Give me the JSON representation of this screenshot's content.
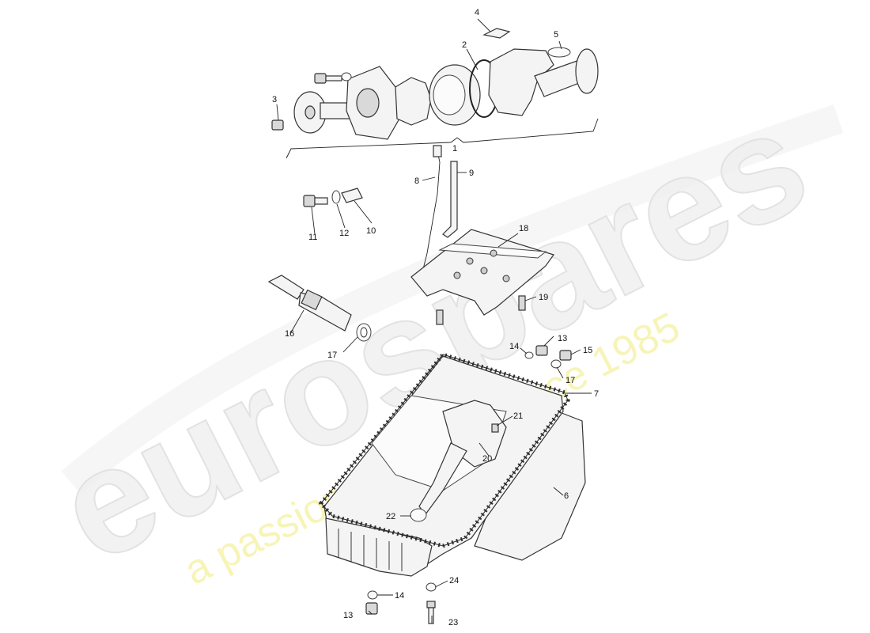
{
  "watermark": {
    "brand": "eurospares",
    "tagline": "a passion for parts since 1985"
  },
  "callouts": {
    "c1": "1",
    "c2": "2",
    "c3": "3",
    "c4": "4",
    "c5": "5",
    "c6": "6",
    "c7": "7",
    "c8": "8",
    "c9": "9",
    "c10": "10",
    "c11": "11",
    "c12": "12",
    "c13a": "13",
    "c13b": "13",
    "c14a": "14",
    "c14b": "14",
    "c15": "15",
    "c16": "16",
    "c17a": "17",
    "c17b": "17",
    "c18": "18",
    "c19": "19",
    "c20": "20",
    "c21": "21",
    "c22": "22",
    "c23": "23",
    "c24": "24"
  }
}
